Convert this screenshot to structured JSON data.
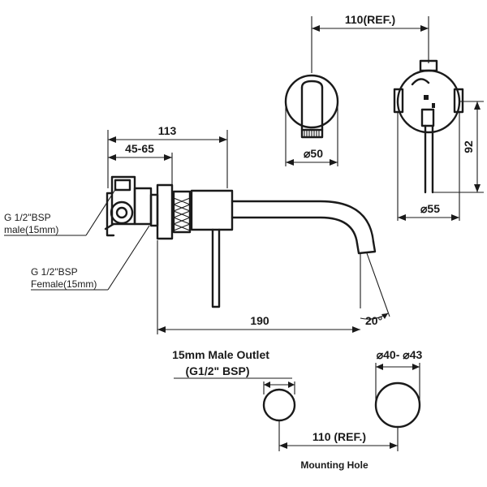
{
  "dimensions": {
    "top_width": "110(REF.)",
    "spout_dia": "⌀50",
    "handle_dia": "⌀55",
    "height": "92",
    "overall_depth": "113",
    "body_depth": "45-65",
    "spout_reach": "190",
    "angle": "20°",
    "mount_dia": "⌀40- ⌀43",
    "mount_spacing": "110 (REF.)"
  },
  "notes": {
    "inlet_line1": "G 1/2\"BSP",
    "inlet_line2": "male(15mm)",
    "outlet_line1": "G 1/2\"BSP",
    "outlet_line2": "Female(15mm)",
    "male_outlet_line1": "15mm Male Outlet",
    "male_outlet_line2": "(G1/2\" BSP)",
    "mounting_hole": "Mounting Hole"
  }
}
